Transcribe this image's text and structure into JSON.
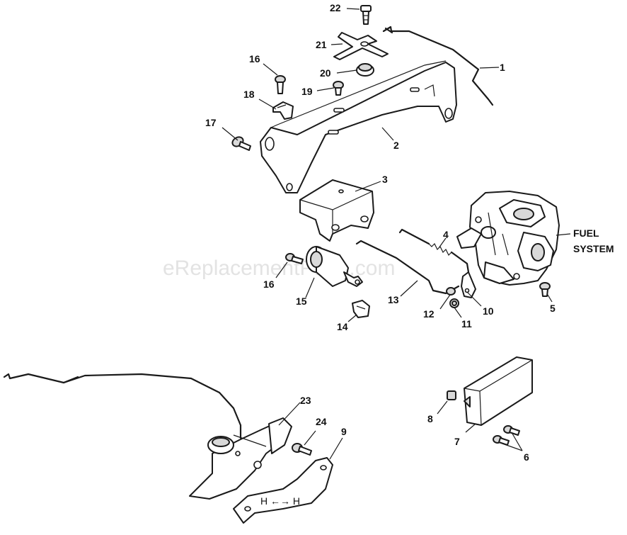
{
  "diagram": {
    "watermark": "eReplacementParts.com",
    "fuel_system_label_line1": "FUEL",
    "fuel_system_label_line2": "SYSTEM",
    "callouts": {
      "c1": "1",
      "c2": "2",
      "c3": "3",
      "c4": "4",
      "c5": "5",
      "c6": "6",
      "c7": "7",
      "c8": "8",
      "c9": "9",
      "c10": "10",
      "c11": "11",
      "c12": "12",
      "c13": "13",
      "c14": "14",
      "c15": "15",
      "c16a": "16",
      "c16b": "16",
      "c17": "17",
      "c18": "18",
      "c19": "19",
      "c20": "20",
      "c21": "21",
      "c22": "22",
      "c23": "23",
      "c24": "24"
    },
    "bracket_marking": "H ←→ H"
  },
  "colors": {
    "line": "#1a1a1a",
    "fill": "#ffffff",
    "shade": "#d9d9d9",
    "watermark": "#e3e3e3"
  }
}
